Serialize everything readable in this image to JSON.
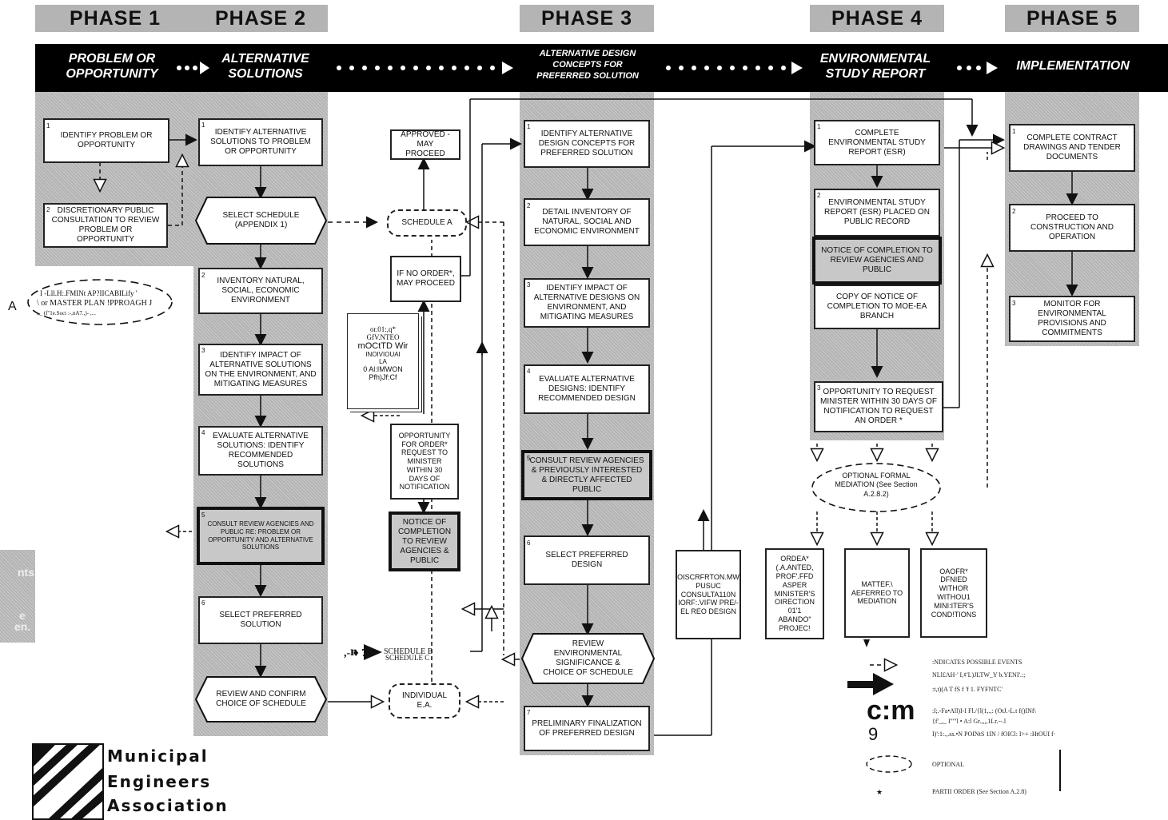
{
  "phases": [
    "PHASE 1",
    "PHASE 2",
    "PHASE 3",
    "PHASE 4",
    "PHASE 5"
  ],
  "band": {
    "p1": [
      "PROBLEM OR",
      "OPPORTUNITY"
    ],
    "p2": [
      "ALTERNATIVE",
      "SOLUTIONS"
    ],
    "p3": [
      "ALTERNATIVE DESIGN",
      "CONCEPTS FOR",
      "PREFERRED SOLUTION"
    ],
    "p4": [
      "ENVIRONMENTAL",
      "STUDY REPORT"
    ],
    "p5": [
      "IMPLEMENTATION"
    ]
  },
  "p1": {
    "b1": "IDENTIFY PROBLEM OR OPPORTUNITY",
    "b2": "DISCRETIONARY PUBLIC CONSULTATION TO REVIEW PROBLEM OR OPPORTUNITY"
  },
  "p2": {
    "b1": "IDENTIFY ALTERNATIVE SOLUTIONS TO PROBLEM OR OPPORTUNITY",
    "hex1": "SELECT SCHEDULE (APPENDIX 1)",
    "b2": "INVENTORY NATURAL, SOCIAL, ECONOMIC ENVIRONMENT",
    "b3": "IDENTIFY IMPACT OF ALTERNATIVE SOLUTIONS ON THE ENVIRONMENT, AND MITIGATING MEASURES",
    "b4": "EVALUATE ALTERNATIVE SOLUTIONS: IDENTIFY RECOMMENDED SOLUTIONS",
    "b5": "CONSULT REVIEW AGENCIES AND PUBLIC RE: PROBLEM OR OPPORTUNITY AND ALTERNATIVE SOLUTIONS",
    "b6": "SELECT PREFERRED SOLUTION",
    "hex2": "REVIEW AND CONFIRM CHOICE OF SCHEDULE"
  },
  "mid": {
    "approved": "APPROVED - MAY PROCEED",
    "schedA": "SCHEDULE A",
    "ifno": "IF NO ORDER*, MAY PROCEED",
    "opportunity": "OPPORTUNITY FOR ORDER* REQUEST TO MINISTER WITHIN 30 DAYS OF NOTIFICATION",
    "notice": "NOTICE OF COMPLETION TO REVIEW AGENCIES & PUBLIC",
    "schedB": "SCHEDULE B",
    "schedC": "SCHEDULE C",
    "individual": "INDIVIDUAL E.A.",
    "order_lines": [
      "or.01:,q*",
      "GfV.NTEO",
      "mOCtTD Wir",
      "INOIVIOUAI",
      "LA",
      "0 Al:IMWON",
      "Pfh)Jf:Cf"
    ]
  },
  "p3": {
    "b1": "IDENTIFY ALTERNATIVE DESIGN CONCEPTS FOR PREFERRED SOLUTION",
    "b2": "DETAIL INVENTORY OF NATURAL, SOCIAL AND ECONOMIC ENVIRONMENT",
    "b3": "IDENTIFY IMPACT OF ALTERNATIVE DESIGNS ON ENVIRONMENT, AND MITIGATING MEASURES",
    "b4": "EVALUATE ALTERNATIVE DESIGNS: IDENTIFY RECOMMENDED DESIGN",
    "b5": "CONSULT REVIEW AGENCIES & PREVIOUSLY INTERESTED & DIRECTLY AFFECTED PUBLIC",
    "b6": "SELECT PREFERRED DESIGN",
    "hex": "REVIEW ENVIRONMENTAL SIGNIFICANCE & CHOICE OF SCHEDULE",
    "b7": "PRELIMINARY FINALIZATION OF PREFERRED DESIGN"
  },
  "p4": {
    "b1": "COMPLETE ENVIRONMENTAL STUDY REPORT (ESR)",
    "b2": "ENVIRONMENTAL STUDY REPORT (ESR) PLACED ON PUBLIC RECORD",
    "b2n": "NOTICE OF COMPLETION TO REVIEW AGENCIES AND PUBLIC",
    "b2c": "COPY OF NOTICE OF COMPLETION TO MOE-EA BRANCH",
    "b3": "OPPORTUNITY TO REQUEST MINISTER WITHIN 30 DAYS OF NOTIFICATION TO REQUEST AN ORDER *",
    "mediation": "OPTIONAL FORMAL MEDIATION (See Section A.2.8.2)",
    "discretion": "OISCRFrtON.MW PUSUC CONSULTA110N IORf:.VIfW PRE/-El REO DESIGN",
    "order": "ORDEA* (.A.ANTED, PROf'.FFD ASPER MINISTER'S OIRECTION 01'1 ABANDO\" PROJEC!",
    "matter": "MATTEf.\\ AEFERREO TO MEDIATION",
    "denied": "OAOfR* DFNIED WITHOR WITHOU1 MINI:iTER'S COND!TIONS"
  },
  "p5": {
    "b1": "COMPLETE CONTRACT DRAWINGS AND TENDER DOCUMENTS",
    "b2": "PROCEED TO CONSTRUCTION AND OPERATION",
    "b3": "MONITOR FOR ENVIRONMENTAL PROVISIONS AND COMMITMENTS"
  },
  "left_note": [
    "I -Lll.H:.FMINt AP?IICABILify '",
    "\\ or MASTER PLAN !PPROAGH J",
    ", _ (f\"1e.Soct :-,nA7.,)- ,..."
  ],
  "left_A": "A",
  "schedB_prefix": "r",
  "schedC_prefix": ",- ♦ 7",
  "legend": {
    "l1": ":NDICATES POSSIBLE EVENTS",
    "l2": "NLl£AH·' I,¢'L)JLTW_Y b.YENI'.:;",
    "l3": ":t,t)(A T fS f 'f 1. FYFNTC'",
    "l4": ":l;.-Fa•All)I-I Fl./{l(1,.,: (OtJ.-L.t f()INf\\",
    "l5": "{f'_,_ I'\"\"l • A:l Gr.,,,,1Lr.--.l",
    "l6": "I)':1:.,.ss.•N POINtS 1IN / fOICl: I>+ :HtOUI f·",
    "l7": "OPTIONAL",
    "l8": "PARTII ORDER (See Section A.2.8)",
    "cm": "c:m",
    "nine": "9",
    "star": "★"
  },
  "logo": [
    "Municipal",
    "Engineers",
    "Association"
  ],
  "partial_left": [
    "nts",
    "e",
    "en."
  ]
}
